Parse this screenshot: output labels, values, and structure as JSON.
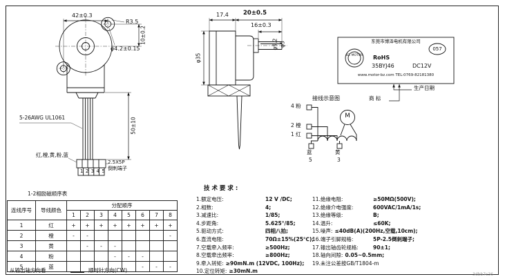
{
  "front_view": {
    "dim_hole_spacing": "42±0.3",
    "dim_ear_radius": "R3.5",
    "dim_offset": "10±0.2",
    "dim_hole_dia": "φ4.2±0.15",
    "wire_spec": "5-26AWG UL1061",
    "dim_wire_length": "50±10",
    "wire_colors": "红,橙,黄,粉,蓝",
    "pin_numbers": "12345",
    "connector_spec_line1": "2.5X5P",
    "connector_spec_line2": "倒刺端子"
  },
  "side_view": {
    "dim_gearbox_depth": "17.4",
    "dim_motor_depth": "20±0.5",
    "dim_shaft_length": "16±0.3",
    "dim_body_dia": "φ35",
    "dim_boss_dia": "φ9.2",
    "dim_shaft_dia": "φ5"
  },
  "nameplate": {
    "company": "东莞市博泽电机有限公司",
    "logo_text": "BZ MOTOR",
    "badge": "057",
    "rohs": "RoHS",
    "model": "35BYJ46",
    "voltage": "DC12V",
    "contact": "www.motor-bz.com  TEL:0769-82181380",
    "label_production_date": "生产日期",
    "label_trademark": "商  标"
  },
  "wiring": {
    "title": "接线示意图",
    "motor_symbol": "M",
    "pins_left": [
      {
        "num": "4",
        "color": "粉"
      },
      {
        "num": "2",
        "color": "橙"
      },
      {
        "num": "1",
        "color": "红"
      }
    ],
    "pins_bottom": [
      {
        "color": "蓝",
        "num": "5"
      },
      {
        "color": "黄",
        "num": "3"
      }
    ]
  },
  "table": {
    "title": "1-2相励磁顺序表",
    "col_wire": "连线序号",
    "col_color": "导线颜色",
    "col_seq": "分配顺序",
    "steps": [
      "1",
      "2",
      "3",
      "4",
      "5",
      "6",
      "7",
      "8"
    ],
    "rows": [
      {
        "no": "1",
        "color": "红",
        "marks": [
          "+",
          "+",
          "+",
          "+",
          "+",
          "+",
          "+",
          "+"
        ]
      },
      {
        "no": "2",
        "color": "橙",
        "marks": [
          "-",
          "-",
          "",
          "",
          "",
          "",
          "",
          "-"
        ]
      },
      {
        "no": "3",
        "color": "黄",
        "marks": [
          "",
          "-",
          "-",
          "-",
          "",
          "",
          "",
          ""
        ]
      },
      {
        "no": "4",
        "color": "粉",
        "marks": [
          "",
          "",
          "",
          "-",
          "-",
          "-",
          "",
          ""
        ]
      },
      {
        "no": "5",
        "color": "蓝",
        "marks": [
          "",
          "",
          "",
          "",
          "",
          "-",
          "-",
          "-"
        ]
      }
    ],
    "footnote_view": "从输出轴方向看",
    "footnote_dir": "顺时针方向(CW)"
  },
  "specs": {
    "title": "技 术 要 求 :",
    "left": [
      {
        "label": "1.额定电压:",
        "value": "12 V /DC;"
      },
      {
        "label": "2.相数:",
        "value": "4;"
      },
      {
        "label": "3.减速比:",
        "value": "1/85;"
      },
      {
        "label": "4.步距角:",
        "value": "5.625°/85;"
      },
      {
        "label": "5.驱动方式:",
        "value": "四相八拍;"
      },
      {
        "label": "6.直流电阻:",
        "value": "70Ω±15%(25℃);"
      },
      {
        "label": "7.空载牵入频率:",
        "value": "≥500Hz;"
      },
      {
        "label": "8.空载牵出频率:",
        "value": "≥800Hz;"
      },
      {
        "label": "9.牵入转矩:",
        "value": "≥90mN.m (12VDC, 100Hz);"
      },
      {
        "label": "10.定位转矩:",
        "value": "≥30mN.m"
      }
    ],
    "right": [
      {
        "label": "11.绝缘电阻:",
        "value": "≥50MΩ(500V);"
      },
      {
        "label": "12.绝缘介电强度:",
        "value": "600VAC/1mA/1s;"
      },
      {
        "label": "13.绝缘等级:",
        "value": "B;"
      },
      {
        "label": "14.温升:",
        "value": "≤60K;"
      },
      {
        "label": "15.噪声:",
        "value": "≤40dB(A)(200Hz,空载,10cm);"
      },
      {
        "label": "16.端子引脚规格:",
        "value": "5P-2.5倒刺端子;"
      },
      {
        "label": "17.输出轴齿轮规格:",
        "value": "90±1;"
      },
      {
        "label": "18.轴向间隙:",
        "value": "0.05~0.5mm;"
      },
      {
        "label": "19.未注公差按GB/T1804-m",
        "value": ""
      }
    ]
  },
  "watermark": "3dbb7c36"
}
